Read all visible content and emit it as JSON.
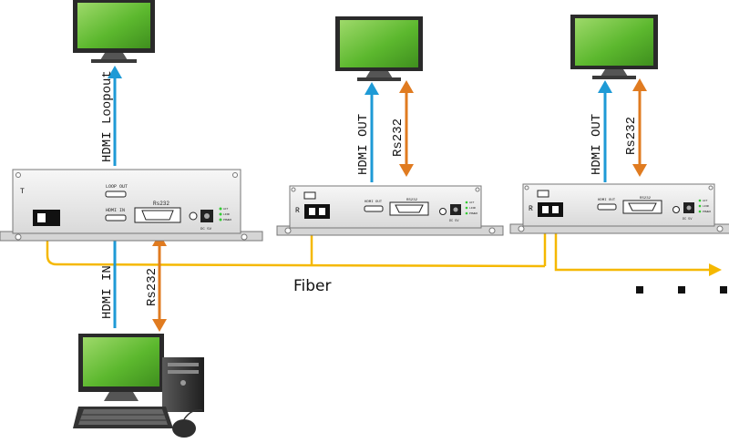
{
  "labels": {
    "hdmi_loopout": "HDMI Loopout",
    "hdmi_in": "HDMI IN",
    "rs232_tx": "Rs232",
    "hdmi_out_1": "HDMI OUT",
    "rs232_rx1": "Rs232",
    "hdmi_out_2": "HDMI OUT",
    "rs232_rx2": "Rs232",
    "fiber": "Fiber"
  },
  "transmitter": {
    "mark": "T",
    "loop_out": "LOOP OUT",
    "hdmi_in": "HDMI IN",
    "rs232": "Rs232",
    "dc": "DC 5V",
    "leds": [
      "ACT",
      "LINK",
      "POWER"
    ]
  },
  "receiver_1": {
    "mark": "R",
    "hdmi_out": "HDMI OUT",
    "rs232": "RS232",
    "dc": "DC 5V",
    "leds": [
      "ACT",
      "LINK",
      "POWER"
    ]
  },
  "receiver_2": {
    "mark": "R",
    "hdmi_out": "HDMI OUT",
    "rs232": "RS232",
    "dc": "DC 5V",
    "leds": [
      "ACT",
      "LINK",
      "POWER"
    ]
  },
  "colors": {
    "hdmi_arrow": "#1e9ad6",
    "rs232_arrow": "#e07b20",
    "fiber_line": "#f5b800",
    "screen": "#5cb82e"
  }
}
